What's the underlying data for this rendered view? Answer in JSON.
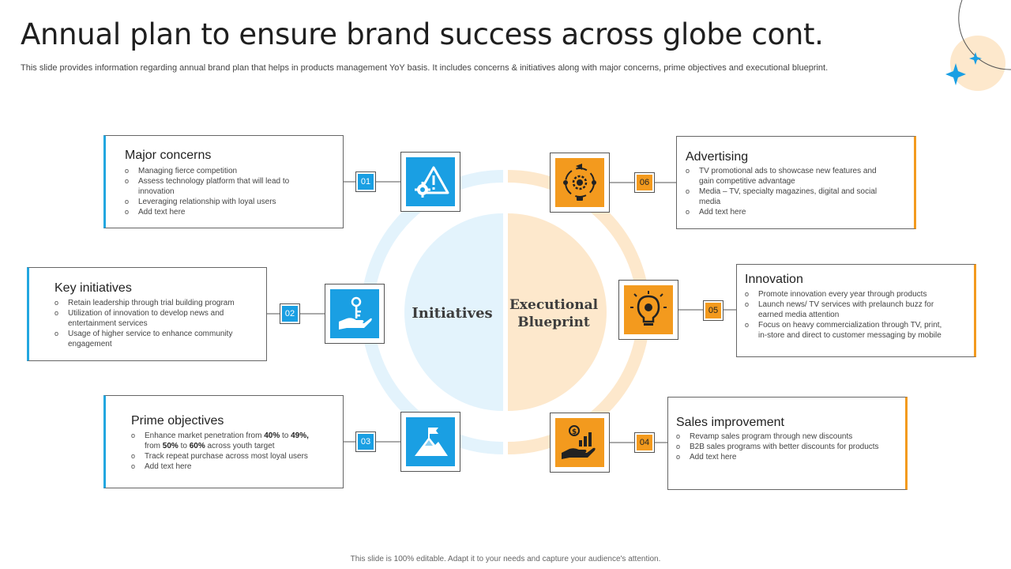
{
  "header": {
    "title": "Annual plan to ensure brand success across globe cont.",
    "subtitle": "This slide provides information regarding annual brand plan that helps in products management YoY basis. It includes concerns & initiatives along with major concerns, prime objectives and executional blueprint."
  },
  "center": {
    "left_label": "Initiatives",
    "right_label_line1": "Executional",
    "right_label_line2": "Blueprint"
  },
  "colors": {
    "blue": "#1a9fe3",
    "orange": "#f39a1e",
    "light_blue": "#e3f3fc",
    "light_orange": "#fde8cc"
  },
  "cards": {
    "major_concerns": {
      "number": "01",
      "icon": "warning-gear-icon",
      "title": "Major concerns",
      "items": [
        "Managing fierce competition",
        "Assess technology platform that will lead to innovation",
        "Leveraging relationship with loyal users",
        "Add text here"
      ]
    },
    "key_initiatives": {
      "number": "02",
      "icon": "hand-key-icon",
      "title": "Key initiatives",
      "items": [
        "Retain leadership through trial building program",
        "Utilization of innovation to develop news and entertainment services",
        "Usage of higher service to enhance community engagement"
      ]
    },
    "prime_objectives": {
      "number": "03",
      "icon": "mountain-flag-icon",
      "title": "Prime objectives",
      "item1_a": "Enhance market penetration from ",
      "item1_b": "40%",
      "item1_c": " to ",
      "item1_d": "49%,",
      "item1_e": " from ",
      "item1_f": "50%",
      "item1_g": " to ",
      "item1_h": "60%",
      "item1_i": " across youth target",
      "items": [
        "Track repeat purchase across most loyal users",
        "Add text here"
      ]
    },
    "sales_improvement": {
      "number": "04",
      "icon": "hand-chart-icon",
      "title": "Sales improvement",
      "items": [
        "Revamp sales program through new discounts",
        "B2B sales programs with better discounts for products",
        "Add text here"
      ]
    },
    "innovation": {
      "number": "05",
      "icon": "lightbulb-gear-icon",
      "title": "Innovation",
      "items": [
        "Promote innovation every year through products",
        "Launch news/ TV services with prelaunch buzz for earned media attention",
        "Focus on heavy commercialization through TV, print, in-store and direct to customer messaging by mobile"
      ]
    },
    "advertising": {
      "number": "06",
      "icon": "megaphone-cycle-icon",
      "title": "Advertising",
      "items": [
        "TV promotional ads to showcase new features and gain competitive advantage",
        "Media – TV, specialty magazines, digital and social media",
        "Add text here"
      ]
    }
  },
  "footer": {
    "text": "This slide is 100% editable. Adapt it to your needs and capture your audience's attention."
  }
}
